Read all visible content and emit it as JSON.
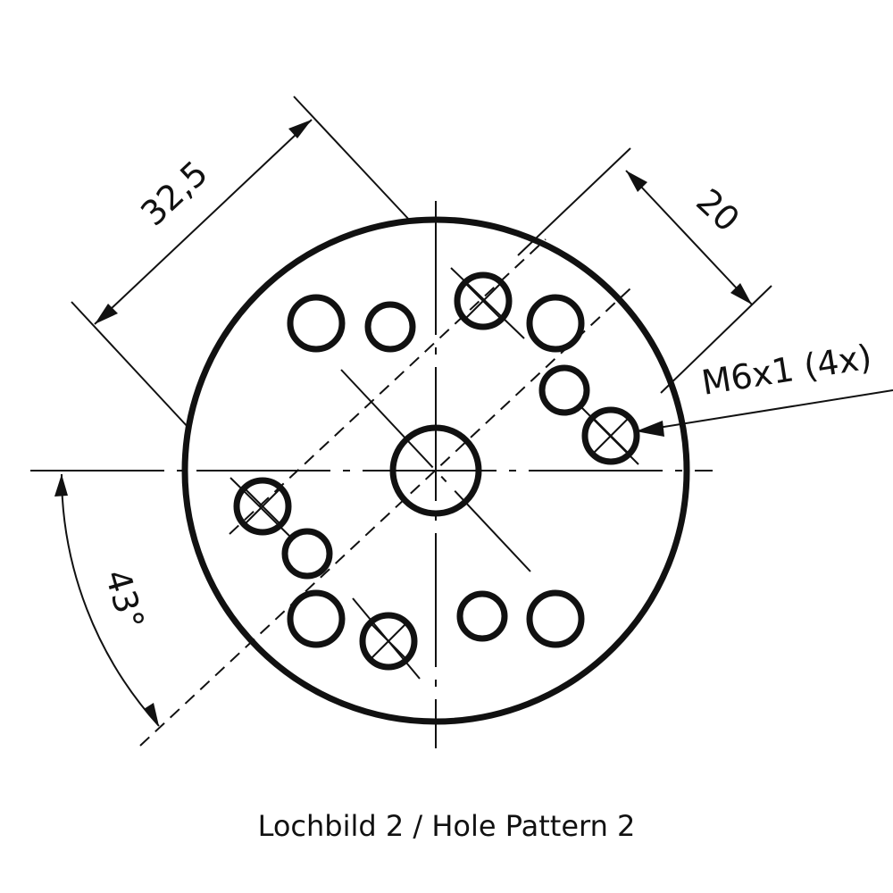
{
  "drawing": {
    "dimension_32_5": "32,5",
    "dimension_20": "20",
    "thread_callout": "M6x1 (4x)",
    "angle": "43°"
  },
  "caption": "Lochbild 2 / Hole Pattern 2"
}
